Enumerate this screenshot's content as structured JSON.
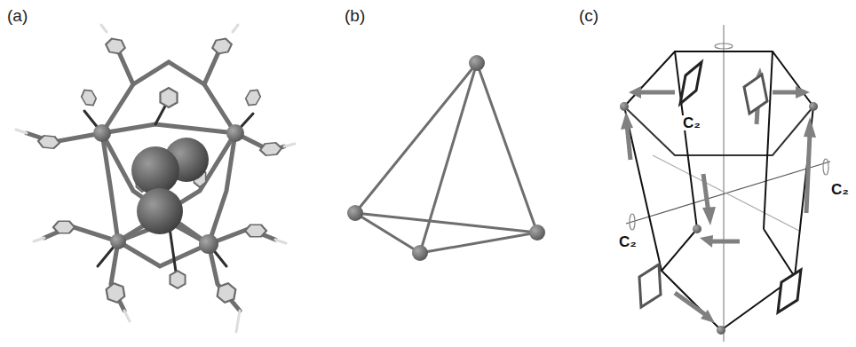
{
  "diagram": {
    "labels": [
      "(a)",
      "(b)",
      "(c)",
      "C₂",
      "C₂",
      "C₂"
    ]
  }
}
